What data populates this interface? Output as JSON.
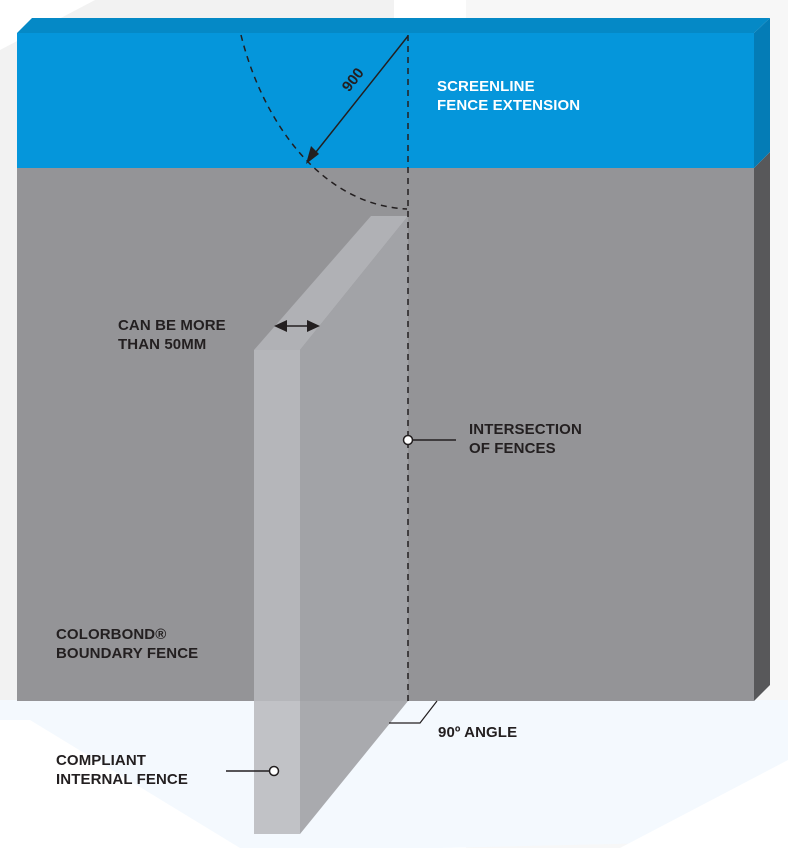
{
  "colors": {
    "background": "#ffffff",
    "background_shape_light": "#f2f2f2",
    "background_shape_faint": "#f7f7f7",
    "background_shape_blue": "#f4f9fe",
    "screenline_front": "#0596db",
    "screenline_top": "#0589c6",
    "screenline_side": "#047cb6",
    "boundary_fence_front": "#949497",
    "boundary_fence_side": "#58585a",
    "internal_fence_front": "#c1c2c6",
    "internal_fence_top": "#b0b1b5",
    "internal_fence_side": "#a9aaae",
    "annotation_line": "#231f20",
    "label_text": "#231f20",
    "label_text_on_blue": "#ffffff"
  },
  "labels": {
    "screenline": [
      "SCREENLINE",
      "FENCE EXTENSION"
    ],
    "dimension_radius": "900",
    "thickness": [
      "CAN BE MORE",
      "THAN 50MM"
    ],
    "intersection": [
      "INTERSECTION",
      "OF FENCES"
    ],
    "boundary_fence": [
      "COLORBOND®",
      "BOUNDARY FENCE"
    ],
    "internal_fence": [
      "COMPLIANT",
      "INTERNAL FENCE"
    ],
    "angle": "90º ANGLE"
  }
}
